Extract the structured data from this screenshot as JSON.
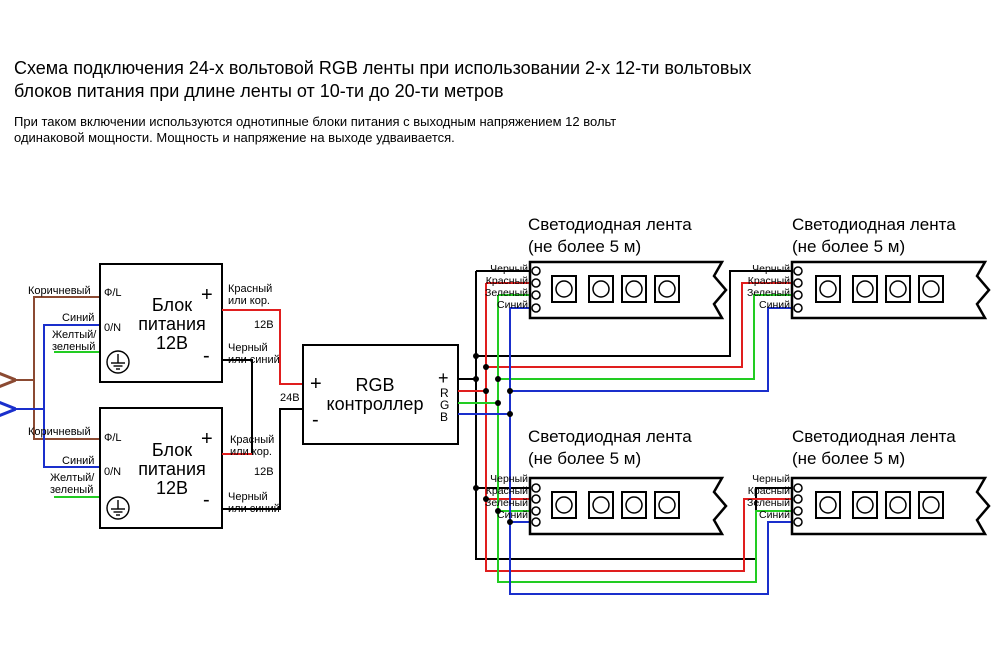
{
  "title_line1": "Схема подключения 24-х вольтовой RGB ленты при использовании 2-х 12-ти вольтовых",
  "title_line2": "блоков питания при длине ленты от 10-ти до 20-ти метров",
  "note_line1": "При таком включении используются однотипные блоки питания с выходным напряжением 12 вольт",
  "note_line2": "одинаковой мощности. Мощность и напряжение на выходе удваивается.",
  "psu": {
    "name_lines": [
      "Блок",
      "питания",
      "12В"
    ],
    "phase_label": "Ф/L",
    "neutral_label": "0/N",
    "plus": "+",
    "minus": "-"
  },
  "mains": {
    "brown": "Коричневый",
    "blue": "Синий",
    "ground": [
      "Желтый/",
      "зеленый"
    ]
  },
  "psu_out": {
    "red": [
      "Красный",
      "или кор."
    ],
    "black": [
      "Черный",
      "или синий"
    ],
    "v12": "12В",
    "v24": "24В"
  },
  "controller": {
    "name": [
      "RGB",
      "контроллер"
    ],
    "plus_in": "+",
    "minus_in": "-",
    "out_plus": "+",
    "out_r": "R",
    "out_g": "G",
    "out_b": "B"
  },
  "strip": {
    "title": [
      "Светодиодная лента",
      "(не более 5 м)"
    ],
    "wires": [
      "Черный",
      "Красный",
      "Зеленый",
      "Синий"
    ]
  },
  "colors": {
    "brown": "#8b4a32",
    "blue": "#1a2fcc",
    "green": "#22cc22",
    "red": "#e01e1e",
    "black": "#000000"
  }
}
